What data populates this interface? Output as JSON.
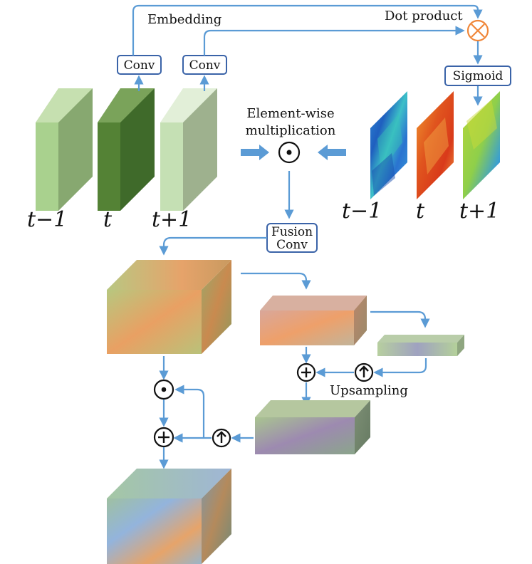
{
  "labels": {
    "embedding": "Embedding",
    "dot_product": "Dot product",
    "conv_1": "Conv",
    "conv_2": "Conv",
    "sigmoid": "Sigmoid",
    "element_wise_line1": "Element-wise",
    "element_wise_line2": "multiplication",
    "fusion_line1": "Fusion",
    "fusion_line2": "Conv",
    "upsampling": "Upsampling"
  },
  "frames_left": [
    "t−1",
    "t",
    "t+1"
  ],
  "frames_right": [
    "t−1",
    "t",
    "t+1"
  ],
  "colors": {
    "arrow": "#5b9bd5",
    "box_border": "#3a63a8",
    "dot_product_circle": "#f0873a",
    "frame_t_minus_1": "#a9d18e",
    "frame_t": "#548235",
    "frame_t_plus_1": "#c5e0b4"
  }
}
